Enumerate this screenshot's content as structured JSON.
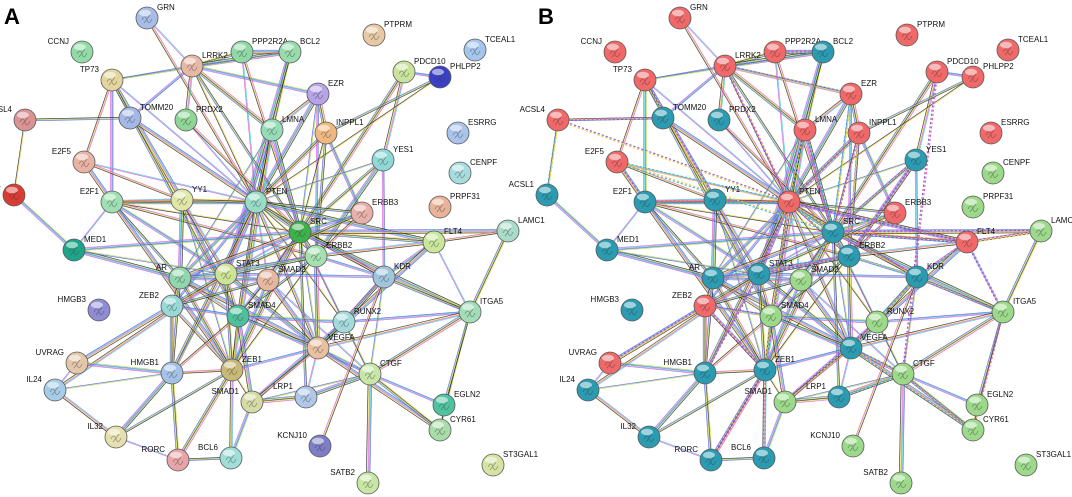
{
  "panels": [
    {
      "letter": "A",
      "nodes": [
        {
          "id": "GRN",
          "color": "#a7bde8"
        },
        {
          "id": "CCNJ",
          "color": "#93dba6"
        },
        {
          "id": "PTPRM",
          "color": "#e8c9a5"
        },
        {
          "id": "TCEAL1",
          "color": "#a5c6ec"
        },
        {
          "id": "LRRK2",
          "color": "#e8b8a6"
        },
        {
          "id": "PPP2R2A",
          "color": "#8fd9a4"
        },
        {
          "id": "BCL2",
          "color": "#97dcaa"
        },
        {
          "id": "PDCD10",
          "color": "#c9e39c"
        },
        {
          "id": "PHLPP2",
          "color": "#3b3fc4"
        },
        {
          "id": "TP73",
          "color": "#e3d59e"
        },
        {
          "id": "EZR",
          "color": "#b6a4e6"
        },
        {
          "id": "ACSL4",
          "color": "#d99393"
        },
        {
          "id": "TOMM20",
          "color": "#a4b9e6"
        },
        {
          "id": "PRDX2",
          "color": "#8fd696"
        },
        {
          "id": "LMNA",
          "color": "#97dcb8"
        },
        {
          "id": "INPPL1",
          "color": "#f0b880"
        },
        {
          "id": "ESRRG",
          "color": "#a9c3ea"
        },
        {
          "id": "E2F5",
          "color": "#e8b3a2"
        },
        {
          "id": "YES1",
          "color": "#8ed8d6"
        },
        {
          "id": "CENPF",
          "color": "#a7dcde"
        },
        {
          "id": "ACSL1",
          "color": "#d93c34"
        },
        {
          "id": "E2F1",
          "color": "#9fdfb1"
        },
        {
          "id": "YY1",
          "color": "#dfe6a6"
        },
        {
          "id": "PTEN",
          "color": "#98dcc8"
        },
        {
          "id": "PRPF31",
          "color": "#e8b398"
        },
        {
          "id": "SRC",
          "color": "#3db14c"
        },
        {
          "id": "ERBB3",
          "color": "#e8b0a8"
        },
        {
          "id": "LAMC1",
          "color": "#a9dcc8"
        },
        {
          "id": "MED1",
          "color": "#1ea589"
        },
        {
          "id": "ERBB2",
          "color": "#a6e0b0"
        },
        {
          "id": "FLT4",
          "color": "#c9e69a"
        },
        {
          "id": "AR",
          "color": "#92d6ae"
        },
        {
          "id": "STAT3",
          "color": "#cde396"
        },
        {
          "id": "SMAD2",
          "color": "#e8b7a0"
        },
        {
          "id": "KDR",
          "color": "#a0c6de"
        },
        {
          "id": "HMGB3",
          "color": "#8f8cd4"
        },
        {
          "id": "ZEB2",
          "color": "#98d8d6"
        },
        {
          "id": "SMAD4",
          "color": "#4fc09e"
        },
        {
          "id": "RUNX2",
          "color": "#a3dadc"
        },
        {
          "id": "ITGA5",
          "color": "#a3dcb8"
        },
        {
          "id": "UVRAG",
          "color": "#e3c7a8"
        },
        {
          "id": "HMGB1",
          "color": "#a4c2e8"
        },
        {
          "id": "ZEB1",
          "color": "#c8b978"
        },
        {
          "id": "VEGFA",
          "color": "#e8c0a0"
        },
        {
          "id": "CTGF",
          "color": "#c7e6a8"
        },
        {
          "id": "IL24",
          "color": "#a6cce8"
        },
        {
          "id": "SMAD1",
          "color": "#d4dba4"
        },
        {
          "id": "LRP1",
          "color": "#b0c8e8"
        },
        {
          "id": "EGLN2",
          "color": "#4fc39f"
        },
        {
          "id": "IL32",
          "color": "#e6e0ae"
        },
        {
          "id": "CYR61",
          "color": "#a8dca8"
        },
        {
          "id": "RORC",
          "color": "#e8a4a6"
        },
        {
          "id": "BCL6",
          "color": "#9fdfd8"
        },
        {
          "id": "KCNJ10",
          "color": "#7e7ec8"
        },
        {
          "id": "ST3GAL1",
          "color": "#d6e3a4"
        },
        {
          "id": "SATB2",
          "color": "#c8e6a4"
        }
      ]
    },
    {
      "letter": "B",
      "nodes": [
        {
          "id": "GRN",
          "color": "#f06868"
        },
        {
          "id": "CCNJ",
          "color": "#f06868"
        },
        {
          "id": "PTPRM",
          "color": "#f06868"
        },
        {
          "id": "TCEAL1",
          "color": "#f06868"
        },
        {
          "id": "LRRK2",
          "color": "#f06868"
        },
        {
          "id": "PPP2R2A",
          "color": "#f06868"
        },
        {
          "id": "BCL2",
          "color": "#2a9bb0"
        },
        {
          "id": "PDCD10",
          "color": "#f06868"
        },
        {
          "id": "PHLPP2",
          "color": "#f06868"
        },
        {
          "id": "TP73",
          "color": "#f06868"
        },
        {
          "id": "EZR",
          "color": "#f06868"
        },
        {
          "id": "ACSL4",
          "color": "#f06868"
        },
        {
          "id": "TOMM20",
          "color": "#2a9bb0"
        },
        {
          "id": "PRDX2",
          "color": "#2a9bb0"
        },
        {
          "id": "LMNA",
          "color": "#f06868"
        },
        {
          "id": "INPPL1",
          "color": "#f06868"
        },
        {
          "id": "ESRRG",
          "color": "#f06868"
        },
        {
          "id": "E2F5",
          "color": "#f06868"
        },
        {
          "id": "YES1",
          "color": "#2a9bb0"
        },
        {
          "id": "CENPF",
          "color": "#9cd98a"
        },
        {
          "id": "ACSL1",
          "color": "#2a9bb0"
        },
        {
          "id": "E2F1",
          "color": "#2a9bb0"
        },
        {
          "id": "YY1",
          "color": "#2a9bb0"
        },
        {
          "id": "PTEN",
          "color": "#f06868"
        },
        {
          "id": "PRPF31",
          "color": "#9cd98a"
        },
        {
          "id": "SRC",
          "color": "#2a9bb0"
        },
        {
          "id": "ERBB3",
          "color": "#f06868"
        },
        {
          "id": "LAMC1",
          "color": "#9cd98a"
        },
        {
          "id": "MED1",
          "color": "#2a9bb0"
        },
        {
          "id": "ERBB2",
          "color": "#2a9bb0"
        },
        {
          "id": "FLT4",
          "color": "#f06868"
        },
        {
          "id": "AR",
          "color": "#2a9bb0"
        },
        {
          "id": "STAT3",
          "color": "#2a9bb0"
        },
        {
          "id": "SMAD2",
          "color": "#9cd98a"
        },
        {
          "id": "KDR",
          "color": "#2a9bb0"
        },
        {
          "id": "HMGB3",
          "color": "#2a9bb0"
        },
        {
          "id": "ZEB2",
          "color": "#f06868"
        },
        {
          "id": "SMAD4",
          "color": "#9cd98a"
        },
        {
          "id": "RUNX2",
          "color": "#9cd98a"
        },
        {
          "id": "ITGA5",
          "color": "#9cd98a"
        },
        {
          "id": "UVRAG",
          "color": "#f06868"
        },
        {
          "id": "HMGB1",
          "color": "#2a9bb0"
        },
        {
          "id": "ZEB1",
          "color": "#2a9bb0"
        },
        {
          "id": "VEGFA",
          "color": "#2a9bb0"
        },
        {
          "id": "CTGF",
          "color": "#9cd98a"
        },
        {
          "id": "IL24",
          "color": "#2a9bb0"
        },
        {
          "id": "SMAD1",
          "color": "#9cd98a"
        },
        {
          "id": "LRP1",
          "color": "#2a9bb0"
        },
        {
          "id": "EGLN2",
          "color": "#9cd98a"
        },
        {
          "id": "IL32",
          "color": "#2a9bb0"
        },
        {
          "id": "CYR61",
          "color": "#9cd98a"
        },
        {
          "id": "RORC",
          "color": "#2a9bb0"
        },
        {
          "id": "BCL6",
          "color": "#2a9bb0"
        },
        {
          "id": "KCNJ10",
          "color": "#9cd98a"
        },
        {
          "id": "ST3GAL1",
          "color": "#9cd98a"
        },
        {
          "id": "SATB2",
          "color": "#9cd98a"
        }
      ],
      "dashed_edges": [
        [
          "ACSL4",
          "TOMM20"
        ],
        [
          "ACSL4",
          "PTEN"
        ],
        [
          "ACSL4",
          "ACSL1"
        ],
        [
          "BCL2",
          "PPP2R2A"
        ],
        [
          "LRRK2",
          "PTEN"
        ],
        [
          "LRRK2",
          "EZR"
        ],
        [
          "PTEN",
          "SRC"
        ],
        [
          "PTEN",
          "ERBB2"
        ],
        [
          "PTEN",
          "FLT4"
        ],
        [
          "PTEN",
          "KDR"
        ],
        [
          "PTEN",
          "E2F5"
        ],
        [
          "PTEN",
          "E2F1"
        ],
        [
          "PTEN",
          "STAT3"
        ],
        [
          "PTEN",
          "ZEB1"
        ],
        [
          "EZR",
          "SRC"
        ],
        [
          "INPPL1",
          "PTEN"
        ],
        [
          "INPPL1",
          "SRC"
        ],
        [
          "INPPL1",
          "ERBB2"
        ],
        [
          "ERBB3",
          "SRC"
        ],
        [
          "ERBB3",
          "ERBB2"
        ],
        [
          "SRC",
          "FLT4"
        ],
        [
          "SRC",
          "LAMC1"
        ],
        [
          "ERBB2",
          "KDR"
        ],
        [
          "FLT4",
          "KDR"
        ],
        [
          "FLT4",
          "ITGA5"
        ],
        [
          "FLT4",
          "LAMC1"
        ],
        [
          "KDR",
          "VEGFA"
        ],
        [
          "KDR",
          "ITGA5"
        ],
        [
          "ZEB2",
          "ZEB1"
        ],
        [
          "ZEB2",
          "SMAD4"
        ],
        [
          "ZEB1",
          "SMAD4"
        ],
        [
          "ZEB1",
          "BCL6"
        ],
        [
          "ZEB1",
          "RORC"
        ],
        [
          "VEGFA",
          "CTGF"
        ],
        [
          "VEGFA",
          "CYR61"
        ],
        [
          "CTGF",
          "CYR61"
        ],
        [
          "ITGA5",
          "CYR61"
        ],
        [
          "E2F5",
          "E2F1"
        ],
        [
          "E2F5",
          "SRC"
        ],
        [
          "YES1",
          "SRC"
        ],
        [
          "YES1",
          "ERBB2"
        ],
        [
          "UVRAG",
          "ZEB2"
        ],
        [
          "PTEN",
          "LMNA"
        ],
        [
          "LMNA",
          "SRC"
        ],
        [
          "PDCD10",
          "CTGF"
        ],
        [
          "TP73",
          "YY1"
        ],
        [
          "SRC",
          "SMAD2"
        ],
        [
          "AR",
          "ERBB2"
        ],
        [
          "STAT3",
          "ERBB2"
        ],
        [
          "SMAD1",
          "RUNX2"
        ],
        [
          "LRP1",
          "CTGF"
        ],
        [
          "RUNX2",
          "VEGFA"
        ],
        [
          "HMGB1",
          "STAT3"
        ]
      ]
    }
  ],
  "edges": [
    [
      "GRN",
      "LRRK2"
    ],
    [
      "GRN",
      "PTEN"
    ],
    [
      "LRRK2",
      "PPP2R2A"
    ],
    [
      "LRRK2",
      "BCL2"
    ],
    [
      "LRRK2",
      "TP73"
    ],
    [
      "LRRK2",
      "TOMM20"
    ],
    [
      "LRRK2",
      "PRDX2"
    ],
    [
      "LRRK2",
      "LMNA"
    ],
    [
      "LRRK2",
      "PTEN"
    ],
    [
      "LRRK2",
      "SRC"
    ],
    [
      "LRRK2",
      "EZR"
    ],
    [
      "PPP2R2A",
      "BCL2"
    ],
    [
      "PPP2R2A",
      "PTEN"
    ],
    [
      "PPP2R2A",
      "SRC"
    ],
    [
      "BCL2",
      "PTEN"
    ],
    [
      "BCL2",
      "STAT3"
    ],
    [
      "BCL2",
      "TP73"
    ],
    [
      "PDCD10",
      "PHLPP2"
    ],
    [
      "PDCD10",
      "YES1"
    ],
    [
      "PDCD10",
      "SRC"
    ],
    [
      "PHLPP2",
      "PTEN"
    ],
    [
      "PHLPP2",
      "INPPL1"
    ],
    [
      "TP73",
      "E2F1"
    ],
    [
      "TP73",
      "YY1"
    ],
    [
      "TP73",
      "PTEN"
    ],
    [
      "TP73",
      "E2F5"
    ],
    [
      "TP73",
      "SMAD4"
    ],
    [
      "EZR",
      "PTEN"
    ],
    [
      "EZR",
      "SRC"
    ],
    [
      "EZR",
      "ERBB2"
    ],
    [
      "EZR",
      "LMNA"
    ],
    [
      "EZR",
      "INPPL1"
    ],
    [
      "ACSL4",
      "ACSL1"
    ],
    [
      "ACSL4",
      "TOMM20"
    ],
    [
      "ACSL1",
      "MED1"
    ],
    [
      "TOMM20",
      "PTEN"
    ],
    [
      "PRDX2",
      "PTEN"
    ],
    [
      "PRDX2",
      "SRC"
    ],
    [
      "LMNA",
      "PTEN"
    ],
    [
      "LMNA",
      "SRC"
    ],
    [
      "LMNA",
      "AR"
    ],
    [
      "LMNA",
      "STAT3"
    ],
    [
      "LMNA",
      "ZEB1"
    ],
    [
      "INPPL1",
      "PTEN"
    ],
    [
      "INPPL1",
      "SRC"
    ],
    [
      "INPPL1",
      "ERBB2"
    ],
    [
      "INPPL1",
      "ERBB3"
    ],
    [
      "E2F5",
      "E2F1"
    ],
    [
      "E2F5",
      "PTEN"
    ],
    [
      "E2F5",
      "YY1"
    ],
    [
      "YES1",
      "SRC"
    ],
    [
      "YES1",
      "ERBB2"
    ],
    [
      "YES1",
      "PTEN"
    ],
    [
      "YES1",
      "KDR"
    ],
    [
      "E2F1",
      "YY1"
    ],
    [
      "E2F1",
      "PTEN"
    ],
    [
      "E2F1",
      "SRC"
    ],
    [
      "E2F1",
      "AR"
    ],
    [
      "E2F1",
      "STAT3"
    ],
    [
      "E2F1",
      "ZEB1"
    ],
    [
      "E2F1",
      "MED1"
    ],
    [
      "E2F1",
      "ERBB2"
    ],
    [
      "YY1",
      "PTEN"
    ],
    [
      "YY1",
      "AR"
    ],
    [
      "YY1",
      "ZEB1"
    ],
    [
      "YY1",
      "SMAD4"
    ],
    [
      "YY1",
      "STAT3"
    ],
    [
      "PTEN",
      "SRC"
    ],
    [
      "PTEN",
      "ERBB2"
    ],
    [
      "PTEN",
      "ERBB3"
    ],
    [
      "PTEN",
      "AR"
    ],
    [
      "PTEN",
      "STAT3"
    ],
    [
      "PTEN",
      "SMAD2"
    ],
    [
      "PTEN",
      "SMAD4"
    ],
    [
      "PTEN",
      "KDR"
    ],
    [
      "PTEN",
      "FLT4"
    ],
    [
      "PTEN",
      "ZEB1"
    ],
    [
      "PTEN",
      "ZEB2"
    ],
    [
      "PTEN",
      "VEGFA"
    ],
    [
      "PTEN",
      "HMGB1"
    ],
    [
      "PTEN",
      "RUNX2"
    ],
    [
      "SRC",
      "ERBB2"
    ],
    [
      "SRC",
      "ERBB3"
    ],
    [
      "SRC",
      "AR"
    ],
    [
      "SRC",
      "STAT3"
    ],
    [
      "SRC",
      "KDR"
    ],
    [
      "SRC",
      "FLT4"
    ],
    [
      "SRC",
      "ITGA5"
    ],
    [
      "SRC",
      "VEGFA"
    ],
    [
      "SRC",
      "SMAD4"
    ],
    [
      "SRC",
      "SMAD2"
    ],
    [
      "SRC",
      "ZEB1"
    ],
    [
      "SRC",
      "CTGF"
    ],
    [
      "SRC",
      "LRP1"
    ],
    [
      "SRC",
      "MED1"
    ],
    [
      "SRC",
      "LAMC1"
    ],
    [
      "SRC",
      "RUNX2"
    ],
    [
      "ERBB3",
      "ERBB2"
    ],
    [
      "ERBB3",
      "STAT3"
    ],
    [
      "ERBB2",
      "STAT3"
    ],
    [
      "ERBB2",
      "AR"
    ],
    [
      "ERBB2",
      "KDR"
    ],
    [
      "ERBB2",
      "FLT4"
    ],
    [
      "ERBB2",
      "VEGFA"
    ],
    [
      "ERBB2",
      "ZEB1"
    ],
    [
      "ERBB2",
      "SMAD4"
    ],
    [
      "FLT4",
      "KDR"
    ],
    [
      "FLT4",
      "VEGFA"
    ],
    [
      "FLT4",
      "ITGA5"
    ],
    [
      "FLT4",
      "LAMC1"
    ],
    [
      "LAMC1",
      "ITGA5"
    ],
    [
      "MED1",
      "AR"
    ],
    [
      "MED1",
      "STAT3"
    ],
    [
      "AR",
      "STAT3"
    ],
    [
      "AR",
      "SMAD4"
    ],
    [
      "AR",
      "ZEB1"
    ],
    [
      "AR",
      "ZEB2"
    ],
    [
      "AR",
      "HMGB1"
    ],
    [
      "AR",
      "SMAD2"
    ],
    [
      "AR",
      "VEGFA"
    ],
    [
      "STAT3",
      "SMAD2"
    ],
    [
      "STAT3",
      "SMAD4"
    ],
    [
      "STAT3",
      "ZEB1"
    ],
    [
      "STAT3",
      "VEGFA"
    ],
    [
      "STAT3",
      "HMGB1"
    ],
    [
      "STAT3",
      "KDR"
    ],
    [
      "STAT3",
      "IL24"
    ],
    [
      "STAT3",
      "ZEB2"
    ],
    [
      "SMAD2",
      "SMAD4"
    ],
    [
      "SMAD2",
      "ZEB2"
    ],
    [
      "SMAD2",
      "ZEB1"
    ],
    [
      "SMAD2",
      "VEGFA"
    ],
    [
      "SMAD2",
      "CTGF"
    ],
    [
      "KDR",
      "VEGFA"
    ],
    [
      "KDR",
      "ITGA5"
    ],
    [
      "KDR",
      "RUNX2"
    ],
    [
      "KDR",
      "CTGF"
    ],
    [
      "ZEB2",
      "SMAD4"
    ],
    [
      "ZEB2",
      "ZEB1"
    ],
    [
      "ZEB2",
      "HMGB1"
    ],
    [
      "SMAD4",
      "ZEB1"
    ],
    [
      "SMAD4",
      "VEGFA"
    ],
    [
      "SMAD4",
      "RUNX2"
    ],
    [
      "SMAD4",
      "SMAD1"
    ],
    [
      "SMAD4",
      "CTGF"
    ],
    [
      "SMAD4",
      "HMGB1"
    ],
    [
      "RUNX2",
      "VEGFA"
    ],
    [
      "RUNX2",
      "SMAD1"
    ],
    [
      "RUNX2",
      "CTGF"
    ],
    [
      "RUNX2",
      "ITGA5"
    ],
    [
      "ITGA5",
      "VEGFA"
    ],
    [
      "ITGA5",
      "CTGF"
    ],
    [
      "ITGA5",
      "CYR61"
    ],
    [
      "ITGA5",
      "EGLN2"
    ],
    [
      "UVRAG",
      "HMGB1"
    ],
    [
      "UVRAG",
      "ZEB2"
    ],
    [
      "UVRAG",
      "IL24"
    ],
    [
      "HMGB1",
      "ZEB1"
    ],
    [
      "HMGB1",
      "RORC"
    ],
    [
      "HMGB1",
      "IL32"
    ],
    [
      "HMGB1",
      "IL24"
    ],
    [
      "ZEB1",
      "VEGFA"
    ],
    [
      "ZEB1",
      "BCL6"
    ],
    [
      "ZEB1",
      "RORC"
    ],
    [
      "ZEB1",
      "SMAD1"
    ],
    [
      "ZEB1",
      "IL32"
    ],
    [
      "VEGFA",
      "CTGF"
    ],
    [
      "VEGFA",
      "CYR61"
    ],
    [
      "VEGFA",
      "LRP1"
    ],
    [
      "VEGFA",
      "SMAD1"
    ],
    [
      "CTGF",
      "CYR61"
    ],
    [
      "CTGF",
      "LRP1"
    ],
    [
      "CTGF",
      "SMAD1"
    ],
    [
      "CTGF",
      "EGLN2"
    ],
    [
      "IL24",
      "IL32"
    ],
    [
      "LRP1",
      "SMAD1"
    ],
    [
      "CYR61",
      "EGLN2"
    ],
    [
      "RORC",
      "BCL6"
    ],
    [
      "SMAD1",
      "BCL6"
    ],
    [
      "CTGF",
      "SATB2"
    ],
    [
      "IL32",
      "RORC"
    ],
    [
      "KCNJ10",
      "KDR"
    ]
  ],
  "edge_colors": [
    "#39c3d8",
    "#d84fd8",
    "#f0d33a",
    "#222222",
    "#a8d848",
    "#4a5ad8"
  ]
}
